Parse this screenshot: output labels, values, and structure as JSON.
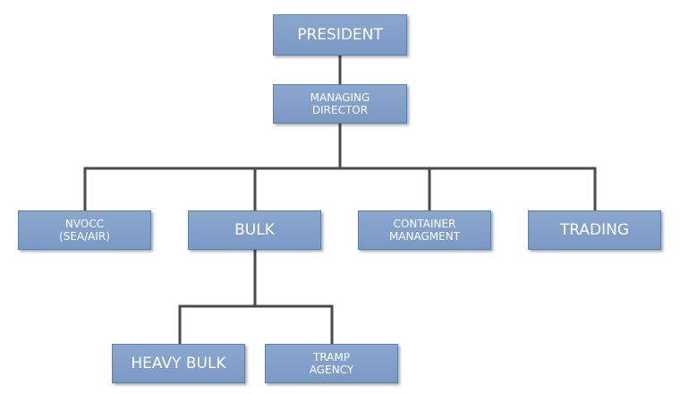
{
  "org_chart": {
    "president": "PRESIDENT",
    "managing_director": "MANAGING\nDIRECTOR",
    "nvocc": "NVOCC\n(SEA/AIR)",
    "bulk": "BULK",
    "container_management": "CONTAINER\nMANAGMENT",
    "trading": "TRADING",
    "heavy_bulk": "HEAVY BULK",
    "tramp_agency": "TRAMP\nAGENCY"
  },
  "colors": {
    "box_fill": "#7f9dc8",
    "box_text": "#ffffff",
    "connector": "#4a4a4a"
  }
}
